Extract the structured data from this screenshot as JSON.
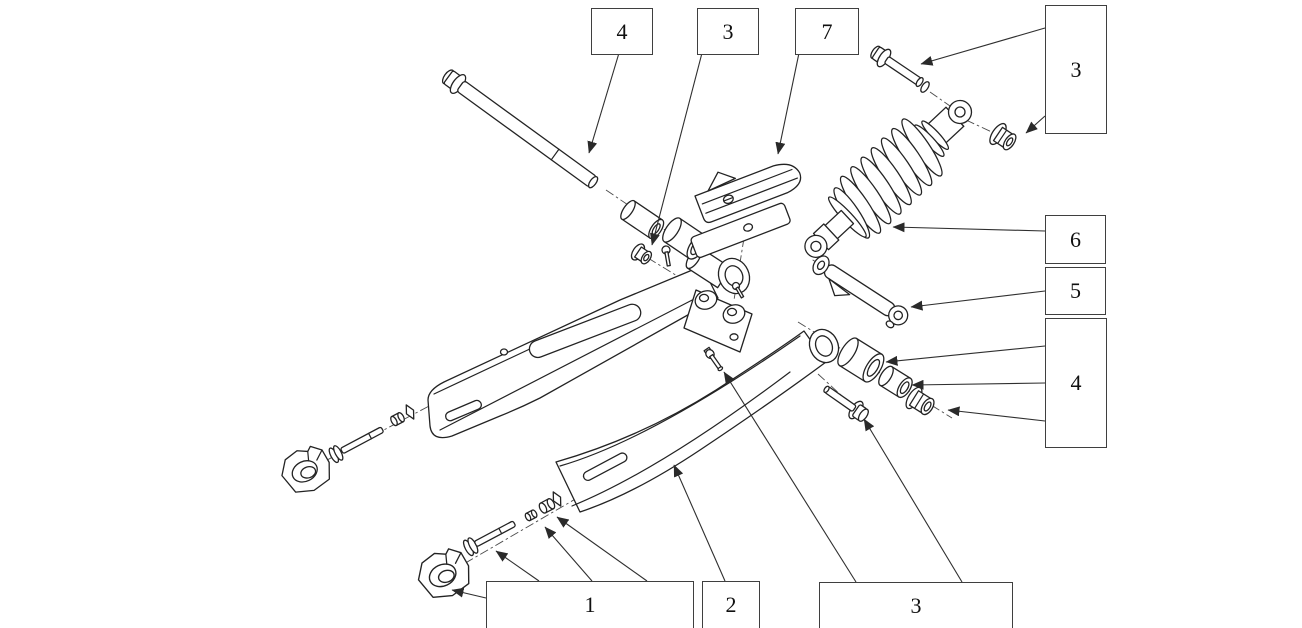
{
  "figure": {
    "type": "exploded-parts-diagram",
    "subject": "swingarm and rear shock absorber assembly",
    "background_color": "#ffffff",
    "line_color": "#232323",
    "callout_border_color": "#3f3f3f"
  },
  "callouts": {
    "top_4": {
      "label": "4"
    },
    "top_3": {
      "label": "3"
    },
    "top_7": {
      "label": "7"
    },
    "right_3": {
      "label": "3"
    },
    "right_6": {
      "label": "6"
    },
    "right_5": {
      "label": "5"
    },
    "right_4": {
      "label": "4"
    },
    "bottom_1": {
      "label": "1"
    },
    "bottom_2": {
      "label": "2"
    },
    "bottom_3": {
      "label": "3"
    }
  }
}
